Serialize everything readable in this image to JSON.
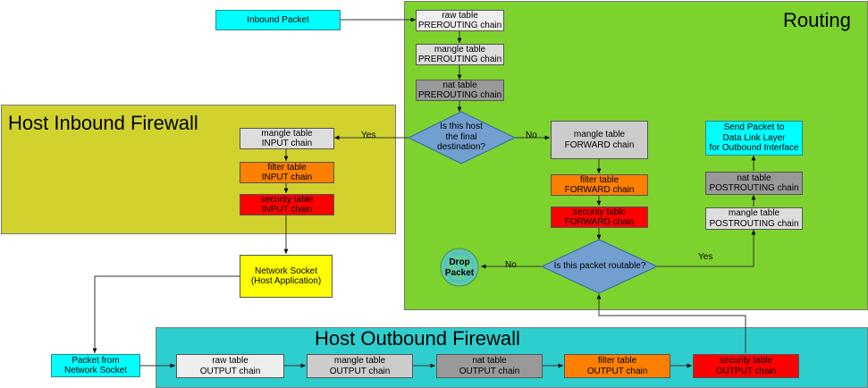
{
  "regions": {
    "routing": {
      "title": "Routing",
      "color": "#7ed22e"
    },
    "inbound": {
      "title": "Host Inbound Firewall",
      "color": "#d2d22e"
    },
    "outbound": {
      "title": "Host Outbound Firewall",
      "color": "#2ecece"
    }
  },
  "colors": {
    "light_gray": "#dddddd",
    "mid_gray": "#c8c8c8",
    "dark_gray": "#999999",
    "orange": "#ff8000",
    "red": "#ff0000",
    "cyan": "#00ffff",
    "yellow": "#ffff00",
    "diamond": "#729fcf"
  },
  "nodes": {
    "inbound_packet": {
      "line1": "Inbound Packet"
    },
    "raw_prerouting": {
      "line1": "raw table",
      "line2": "PREROUTING chain"
    },
    "mangle_prerouting": {
      "line1": "mangle table",
      "line2": "PREROUTING chain"
    },
    "nat_prerouting": {
      "line1": "nat table",
      "line2": "PREROUTING chain"
    },
    "decision_host": {
      "line1": "Is this host",
      "line2": "the final",
      "line3": "destination?"
    },
    "mangle_input": {
      "line1": "mangle table",
      "line2": "INPUT chain"
    },
    "filter_input": {
      "line1": "filter table",
      "line2": "INPUT chain"
    },
    "security_input": {
      "line1": "security table",
      "line2": "INPUT chain"
    },
    "network_socket": {
      "line1": "Network Socket",
      "line2": "(Host Application)"
    },
    "mangle_forward": {
      "line1": "mangle table",
      "line2": "FORWARD chain"
    },
    "filter_forward": {
      "line1": "filter table",
      "line2": "FORWARD chain"
    },
    "security_forward": {
      "line1": "security table",
      "line2": "FORWARD chain"
    },
    "decision_routable": {
      "line1": "Is this packet routable?"
    },
    "drop_packet": {
      "line1": "Drop",
      "line2": "Packet"
    },
    "mangle_postrouting": {
      "line1": "mangle table",
      "line2": "POSTROUTING chain"
    },
    "nat_postrouting": {
      "line1": "nat table",
      "line2": "POSTROUTING chain"
    },
    "send_packet": {
      "line1": "Send Packet to",
      "line2": "Data Link Layer",
      "line3": "for Outbound Interface"
    },
    "packet_from_socket": {
      "line1": "Packet from",
      "line2": "Network Socket"
    },
    "raw_output": {
      "line1": "raw table",
      "line2": "OUTPUT chain"
    },
    "mangle_output": {
      "line1": "mangle table",
      "line2": "OUTPUT chain"
    },
    "nat_output": {
      "line1": "nat table",
      "line2": "OUTPUT chain"
    },
    "filter_output": {
      "line1": "filter table",
      "line2": "OUTPUT chain"
    },
    "security_output": {
      "line1": "security table",
      "line2": "OUTPUT chain"
    }
  },
  "edge_labels": {
    "host_yes": "Yes",
    "host_no": "No",
    "routable_no": "No",
    "routable_yes": "Yes"
  }
}
